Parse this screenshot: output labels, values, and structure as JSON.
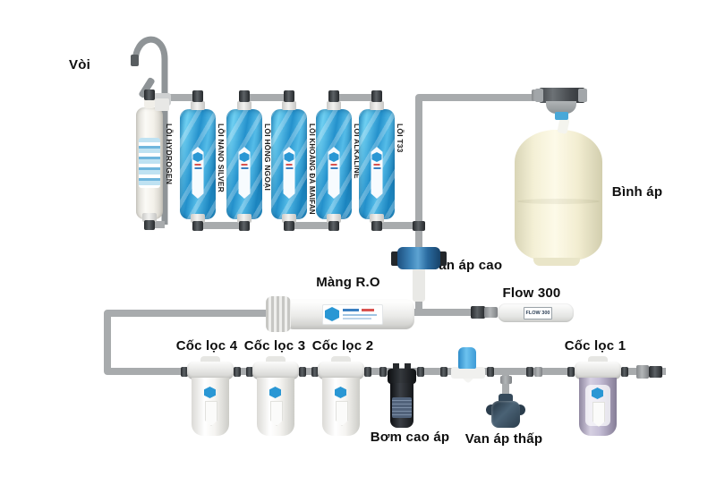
{
  "labels": {
    "faucet": "Vòi",
    "pressure_tank": "Bình áp",
    "high_pressure_valve": "Van áp cao",
    "ro_membrane": "Màng R.O",
    "flow_restrictor": "Flow 300",
    "filter_cup_4": "Cốc lọc 4",
    "filter_cup_3": "Cốc lọc 3",
    "filter_cup_2": "Cốc lọc 2",
    "filter_cup_1": "Cốc lọc 1",
    "high_pressure_pump": "Bơm cao áp",
    "low_pressure_valve": "Van áp thấp"
  },
  "cartridges": [
    {
      "label": "LÕI HYDROGEN",
      "style": "white"
    },
    {
      "label": "LÕI NANO SILVER",
      "style": "blue"
    },
    {
      "label": "LÕI HỒNG NGOẠI",
      "style": "blue"
    },
    {
      "label": "LÕI KHOÁNG ĐÁ MAIFAN",
      "style": "blue"
    },
    {
      "label": "LÕI ALKALINE",
      "style": "blue"
    },
    {
      "label": "LÕI T33",
      "style": "blue"
    }
  ],
  "flow_device": {
    "text": "FLOW 300"
  },
  "colors": {
    "pipe_gray": "#a8abad",
    "cartridge_blue": "#2d9ed6",
    "tank_cream": "#f4f0d6",
    "valve_blue": "#2a6ba0",
    "pump_black": "#1b1e22",
    "logo_blue": "#2a97d4"
  }
}
